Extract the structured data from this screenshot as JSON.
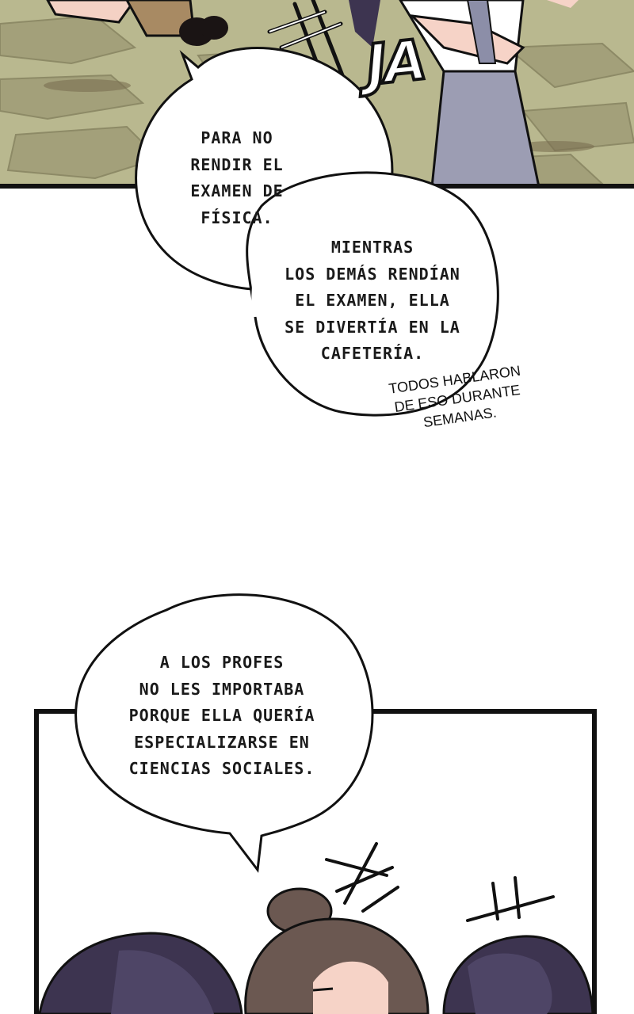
{
  "panel_top": {
    "sfx": "JA",
    "bubble_1": "PARA NO\nRENDIR EL\nEXAMEN DE\nFÍSICA.",
    "bubble_2": "MIENTRAS\nLOS DEMÁS RENDÍAN\nEL EXAMEN, ELLA\nSE DIVERTÍA EN LA\nCAFETERÍA.",
    "narration": "TODOS HABLARON\nDE ESO DURANTE\nSEMANAS."
  },
  "panel_bottom": {
    "bubble": "A LOS PROFES\nNO LES IMPORTABA\nPORQUE ELLA QUERÍA\nESPECIALIZARSE EN\nCIENCIAS SOCIALES."
  },
  "colors": {
    "floor": "#b9b88f",
    "stone_dark": "#8d8a66",
    "ink": "#111111",
    "skirt": "#9c9db3",
    "hair_dark": "#3d3450",
    "hair_brown": "#6b5851",
    "skin": "#f6d3c7"
  }
}
